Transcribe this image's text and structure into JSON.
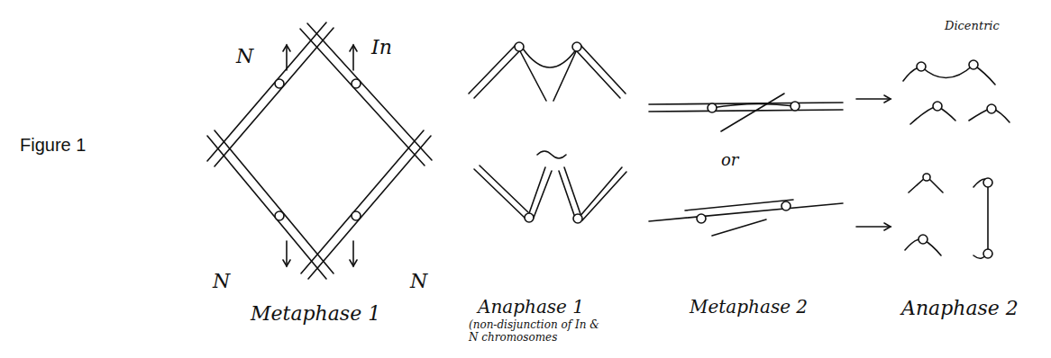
{
  "diagram": {
    "labels": [
      "Figure 1",
      "N",
      "In",
      "N",
      "N",
      "Metaphase 1",
      "Anaphase 1",
      "(non-disjunction of In & N chromosomes",
      "Metaphase 2",
      "or",
      "Anaphase 2",
      "Dicentric"
    ]
  }
}
